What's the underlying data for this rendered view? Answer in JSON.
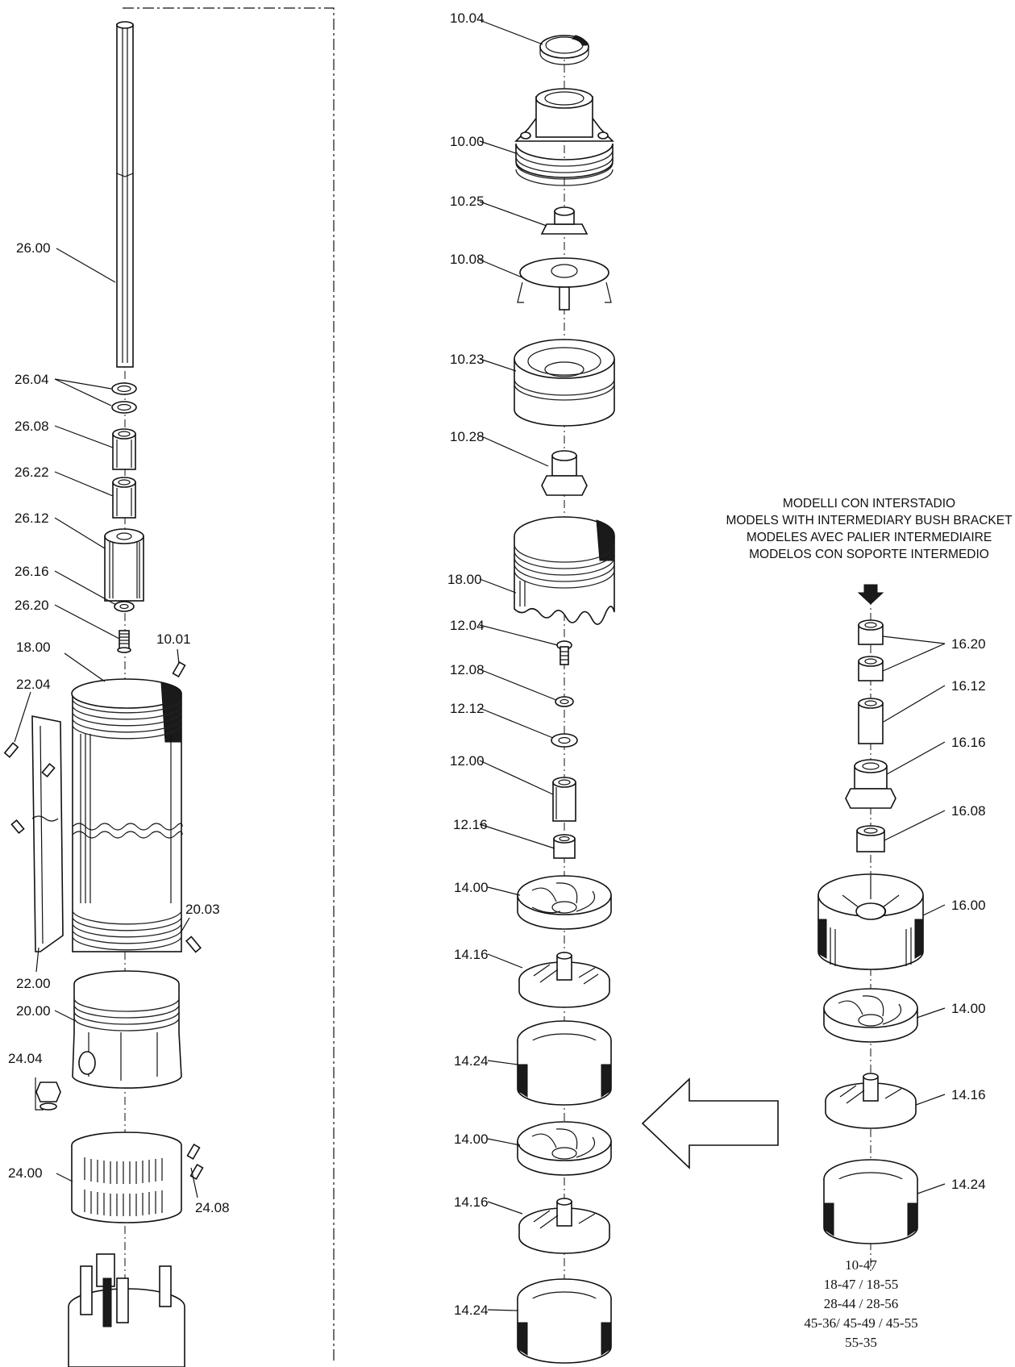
{
  "left_column_labels": [
    "26.00",
    "26.04",
    "26.08",
    "26.22",
    "26.12",
    "26.16",
    "26.20",
    "18.00",
    "10.01",
    "22.04",
    "20.03",
    "22.00",
    "20.00",
    "24.04",
    "24.00",
    "24.08"
  ],
  "center_column_labels": [
    "10.04",
    "10.00",
    "10.25",
    "10.08",
    "10.23",
    "10.28",
    "18.00",
    "12.04",
    "12.08",
    "12.12",
    "12.00",
    "12.16",
    "14.00",
    "14.16",
    "14.24",
    "14.00",
    "14.16",
    "14.24"
  ],
  "right_column_labels": [
    "16.20",
    "16.12",
    "16.16",
    "16.08",
    "16.00",
    "14.00",
    "14.16",
    "14.24"
  ],
  "note_lines": [
    "MODELLI CON INTERSTADIO",
    "MODELS WITH INTERMEDIARY BUSH BRACKET",
    "MODELES AVEC PALIER INTERMEDIAIRE",
    "MODELOS CON SOPORTE INTERMEDIO"
  ],
  "model_lines": [
    "10-47",
    "18-47 / 18-55",
    "28-44 / 28-56",
    "45-36/ 45-49 / 45-55",
    "55-35"
  ]
}
